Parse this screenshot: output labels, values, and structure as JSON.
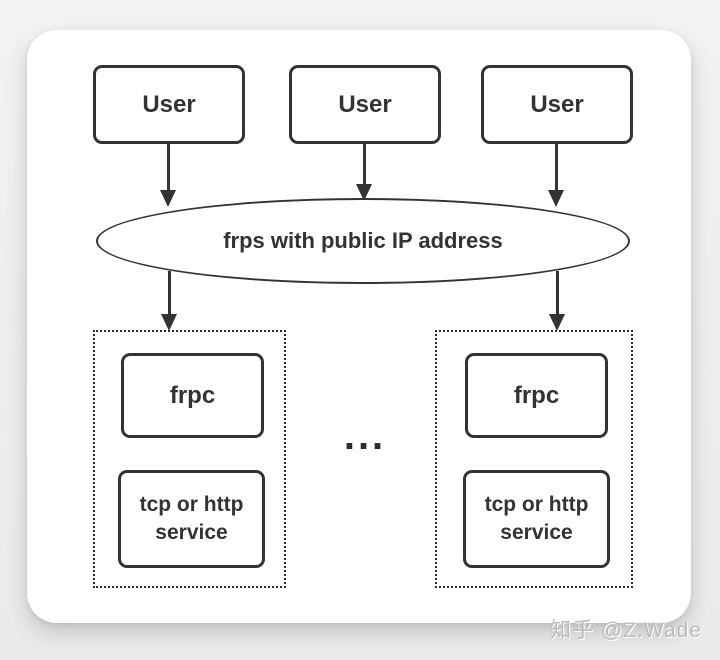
{
  "diagram": {
    "title_semantic": "frp architecture diagram",
    "user_boxes": [
      {
        "label": "User"
      },
      {
        "label": "User"
      },
      {
        "label": "User"
      }
    ],
    "server": {
      "label": "frps with public IP address"
    },
    "clients": [
      {
        "frpc_label": "frpc",
        "service_label": "tcp or http service"
      },
      {
        "frpc_label": "frpc",
        "service_label": "tcp or http service"
      }
    ],
    "ellipsis": "...",
    "colors": {
      "stroke": "#333333",
      "text": "#333333",
      "card_background": "#ffffff",
      "page_background": "#ececec",
      "watermark": "#bcbcbc"
    }
  },
  "watermark": {
    "text": "知乎 @Z.Wade"
  }
}
